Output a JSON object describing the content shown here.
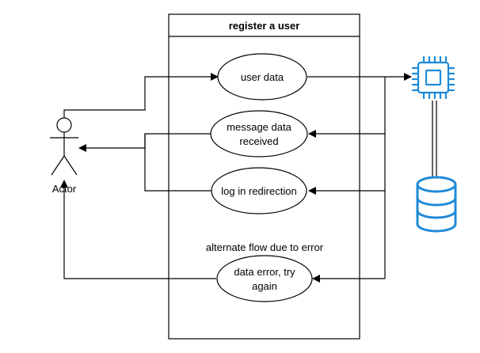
{
  "system": {
    "title": "register a user"
  },
  "actor": {
    "label": "Actor"
  },
  "use_cases": {
    "user_data": "user data",
    "message_line1": "message data",
    "message_line2": "received",
    "login": "log in redirection",
    "error_line1": "data error, try",
    "error_line2": "again"
  },
  "annotation": "alternate flow due to error",
  "icons": {
    "processor": "microchip-icon",
    "database": "database-icon"
  },
  "colors": {
    "stroke": "#000000",
    "icon_blue": "#1f8ad8",
    "background": "#ffffff"
  }
}
